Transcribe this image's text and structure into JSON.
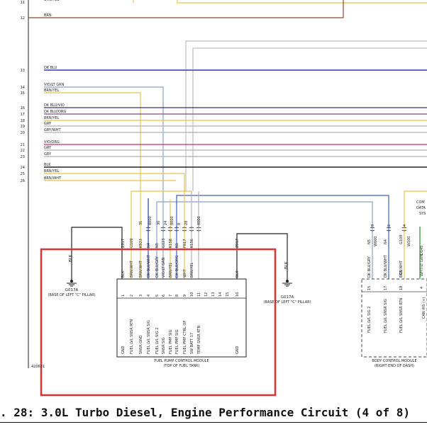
{
  "figure": {
    "caption": ". 28: 3.0L Turbo Diesel, Engine Performance Circuit (4 of 8)",
    "ref_number": "420631"
  },
  "colors": {
    "red_box": "#dd3333",
    "yellow": "#e8c34a",
    "brown": "#8a4b2b",
    "dk_blu": "#2a3eb1",
    "vio_ltgrn": "#8a9fc8",
    "dk_blu_vio": "#3a2a8a",
    "dk_blu_org": "#7a4a80",
    "gray": "#b0b0b0",
    "vio_org": "#cc2a6a",
    "blk": "#222222",
    "green": "#3aa83a"
  },
  "wires": [
    {
      "num": "11",
      "label": "BRN/YEL",
      "color": "yellow"
    },
    {
      "num": "12",
      "label": "BRN",
      "color": "brown"
    },
    {
      "num": "13",
      "label": "DK BLU",
      "color": "dk_blu"
    },
    {
      "num": "14",
      "label": "VIO/LT GRN",
      "color": "vio_ltgrn"
    },
    {
      "num": "15",
      "label": "BRN/YEL",
      "color": "yellow"
    },
    {
      "num": "16",
      "label": "DK BLU/VIO",
      "color": "dk_blu_vio"
    },
    {
      "num": "17",
      "label": "DK BLU/ORG",
      "color": "dk_blu_org"
    },
    {
      "num": "18",
      "label": "BRN/YEL",
      "color": "yellow"
    },
    {
      "num": "19",
      "label": "GRY",
      "color": "gray"
    },
    {
      "num": "20",
      "label": "GRY/WHT",
      "color": "gray"
    },
    {
      "num": "21",
      "label": "VIO/ORG",
      "color": "vio_org"
    },
    {
      "num": "22",
      "label": "GRY",
      "color": "gray"
    },
    {
      "num": "23",
      "label": "GRY",
      "color": "gray"
    },
    {
      "num": "24",
      "label": "BLK",
      "color": "blk"
    },
    {
      "num": "25",
      "label": "BRN/YEL",
      "color": "yellow"
    },
    {
      "num": "26",
      "label": "BRN/WHT",
      "color": "yellow"
    }
  ],
  "fuel_pump_module": {
    "title": "FUEL PUMP CONTROL MODULE",
    "subtitle": "(TOP OF FUEL TANK)",
    "pins": [
      {
        "num": "1",
        "wire": "BLK",
        "circuit": "Z917",
        "func": "GND"
      },
      {
        "num": "2",
        "wire": "BRN/WHT",
        "circuit": "G109",
        "func": "FUEL LVL SNSR RTN"
      },
      {
        "num": "3",
        "wire": "BRN/WHT",
        "circuit": "K923",
        "func": "SNSR GND"
      },
      {
        "num": "4",
        "wire": "DK BLU/WHT",
        "circuit": "N4",
        "func": "FUEL LVL SNSR SIG"
      },
      {
        "num": "5",
        "wire": "DK BLU/GRY",
        "circuit": "N5",
        "func": "FUEL LVL SIG 2"
      },
      {
        "num": "6",
        "wire": "VIO/LT GRN",
        "circuit": "G123",
        "func": "SNSR SIG"
      },
      {
        "num": "7",
        "wire": "BRN/YEL",
        "circuit": "K158",
        "func": "FUEL PMP SIG"
      },
      {
        "num": "8",
        "wire": "DK BLU/ORG",
        "circuit": "N1",
        "func": "FUEL PMP SIG"
      },
      {
        "num": "9",
        "wire": "WHT",
        "circuit": "F817",
        "func": "FUEL PMP CTRL OP"
      },
      {
        "num": "10",
        "wire": "BRN/YEL",
        "circuit": "K156",
        "func": "SW BATT 17"
      },
      {
        "num": "11",
        "wire": "",
        "circuit": "",
        "func": "TEMP SNSR RTN"
      },
      {
        "num": "12",
        "wire": "",
        "circuit": "",
        "func": ""
      },
      {
        "num": "13",
        "wire": "",
        "circuit": "",
        "func": ""
      },
      {
        "num": "14",
        "wire": "",
        "circuit": "",
        "func": ""
      },
      {
        "num": "15",
        "wire": "",
        "circuit": "",
        "func": ""
      },
      {
        "num": "16",
        "wire": "BLK",
        "circuit": "Z917",
        "func": "GND"
      }
    ],
    "upper_labels": [
      "31",
      "8000",
      "30",
      "24",
      "8000",
      "8",
      "28",
      "8000"
    ]
  },
  "grounds": [
    {
      "id": "G017A",
      "location": "(BASE OF LEFT \"C\" PILLAR)",
      "wire": "BLK"
    },
    {
      "id": "G017A",
      "location": "(BASE OF LEFT \"C\" PILLAR)",
      "wire": "BLK"
    }
  ],
  "body_control_module": {
    "title": "BODY CONTROL MODULE",
    "subtitle": "(RIGHT END OF DASH)",
    "pins": [
      {
        "num": "15",
        "wire": "DK BLU/GRY",
        "circuit": "N5",
        "func": "FUEL LVL SIG 2",
        "top": "9"
      },
      {
        "num": "17",
        "wire": "DK BLU/WHT",
        "circuit": "N4",
        "func": "FUEL LVL SNSR SIG",
        "top": "2"
      },
      {
        "num": "18",
        "wire": "BRN/WHT",
        "circuit": "G109",
        "func": "FUEL LVL SNSR RTN",
        "top": "4"
      }
    ],
    "codes": [
      "W600",
      "W100",
      "C5"
    ]
  },
  "partial_right": {
    "labels": [
      "COM",
      "DATA",
      "SYS"
    ],
    "pin": "4",
    "wire": "WHT/LT GRN",
    "circuit": "D145",
    "func": "CAN IHS (+)"
  }
}
